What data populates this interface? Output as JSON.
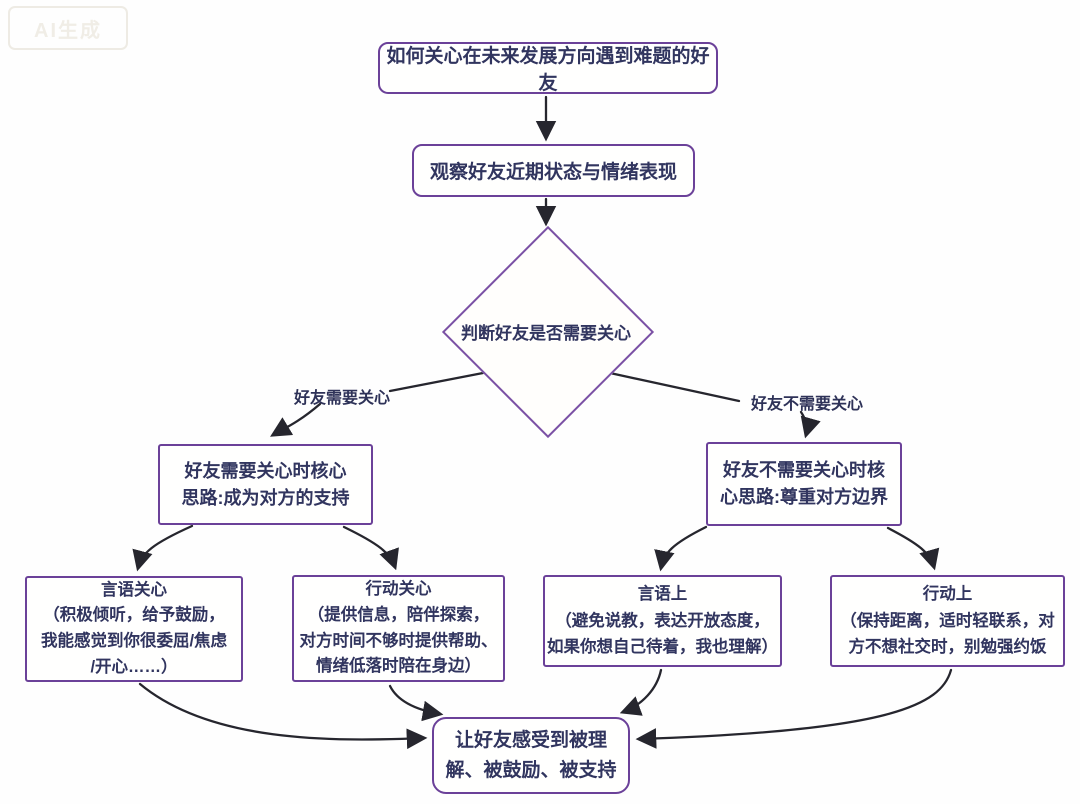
{
  "watermark": {
    "label": "AI生成"
  },
  "colors": {
    "box_border": "#6b4199",
    "diamond_border": "#7b51a5",
    "text": "#31355f",
    "arrow": "#26262e",
    "background": "#fefefe"
  },
  "nodes": {
    "start": "如何关心在未来发展方向遇到难题的好友",
    "observe": "观察好友近期状态与情绪表现",
    "decision": "判断好友是否需要关心",
    "label_need": "好友需要关心",
    "label_no_need": "好友不需要关心",
    "need_core": "好友需要关心时核心\n思路:成为对方的支持",
    "no_need_core": "好友不需要关心时核\n心思路:尊重对方边界",
    "speech_care": "言语关心\n（积极倾听，给予鼓励，\n我能感觉到你很委屈/焦虑\n/开心……）",
    "action_care": "行动关心\n（提供信息，陪伴探索，\n对方时间不够时提供帮助、\n情绪低落时陪在身边）",
    "speech_respect": "言语上\n（避免说教，表达开放态度，\n如果你想自己待着，我也理解）",
    "action_respect": "行动上\n（保持距离，适时轻联系，对\n方不想社交时，别勉强约饭",
    "outcome": "让好友感受到被理\n解、被鼓励、被支持"
  }
}
